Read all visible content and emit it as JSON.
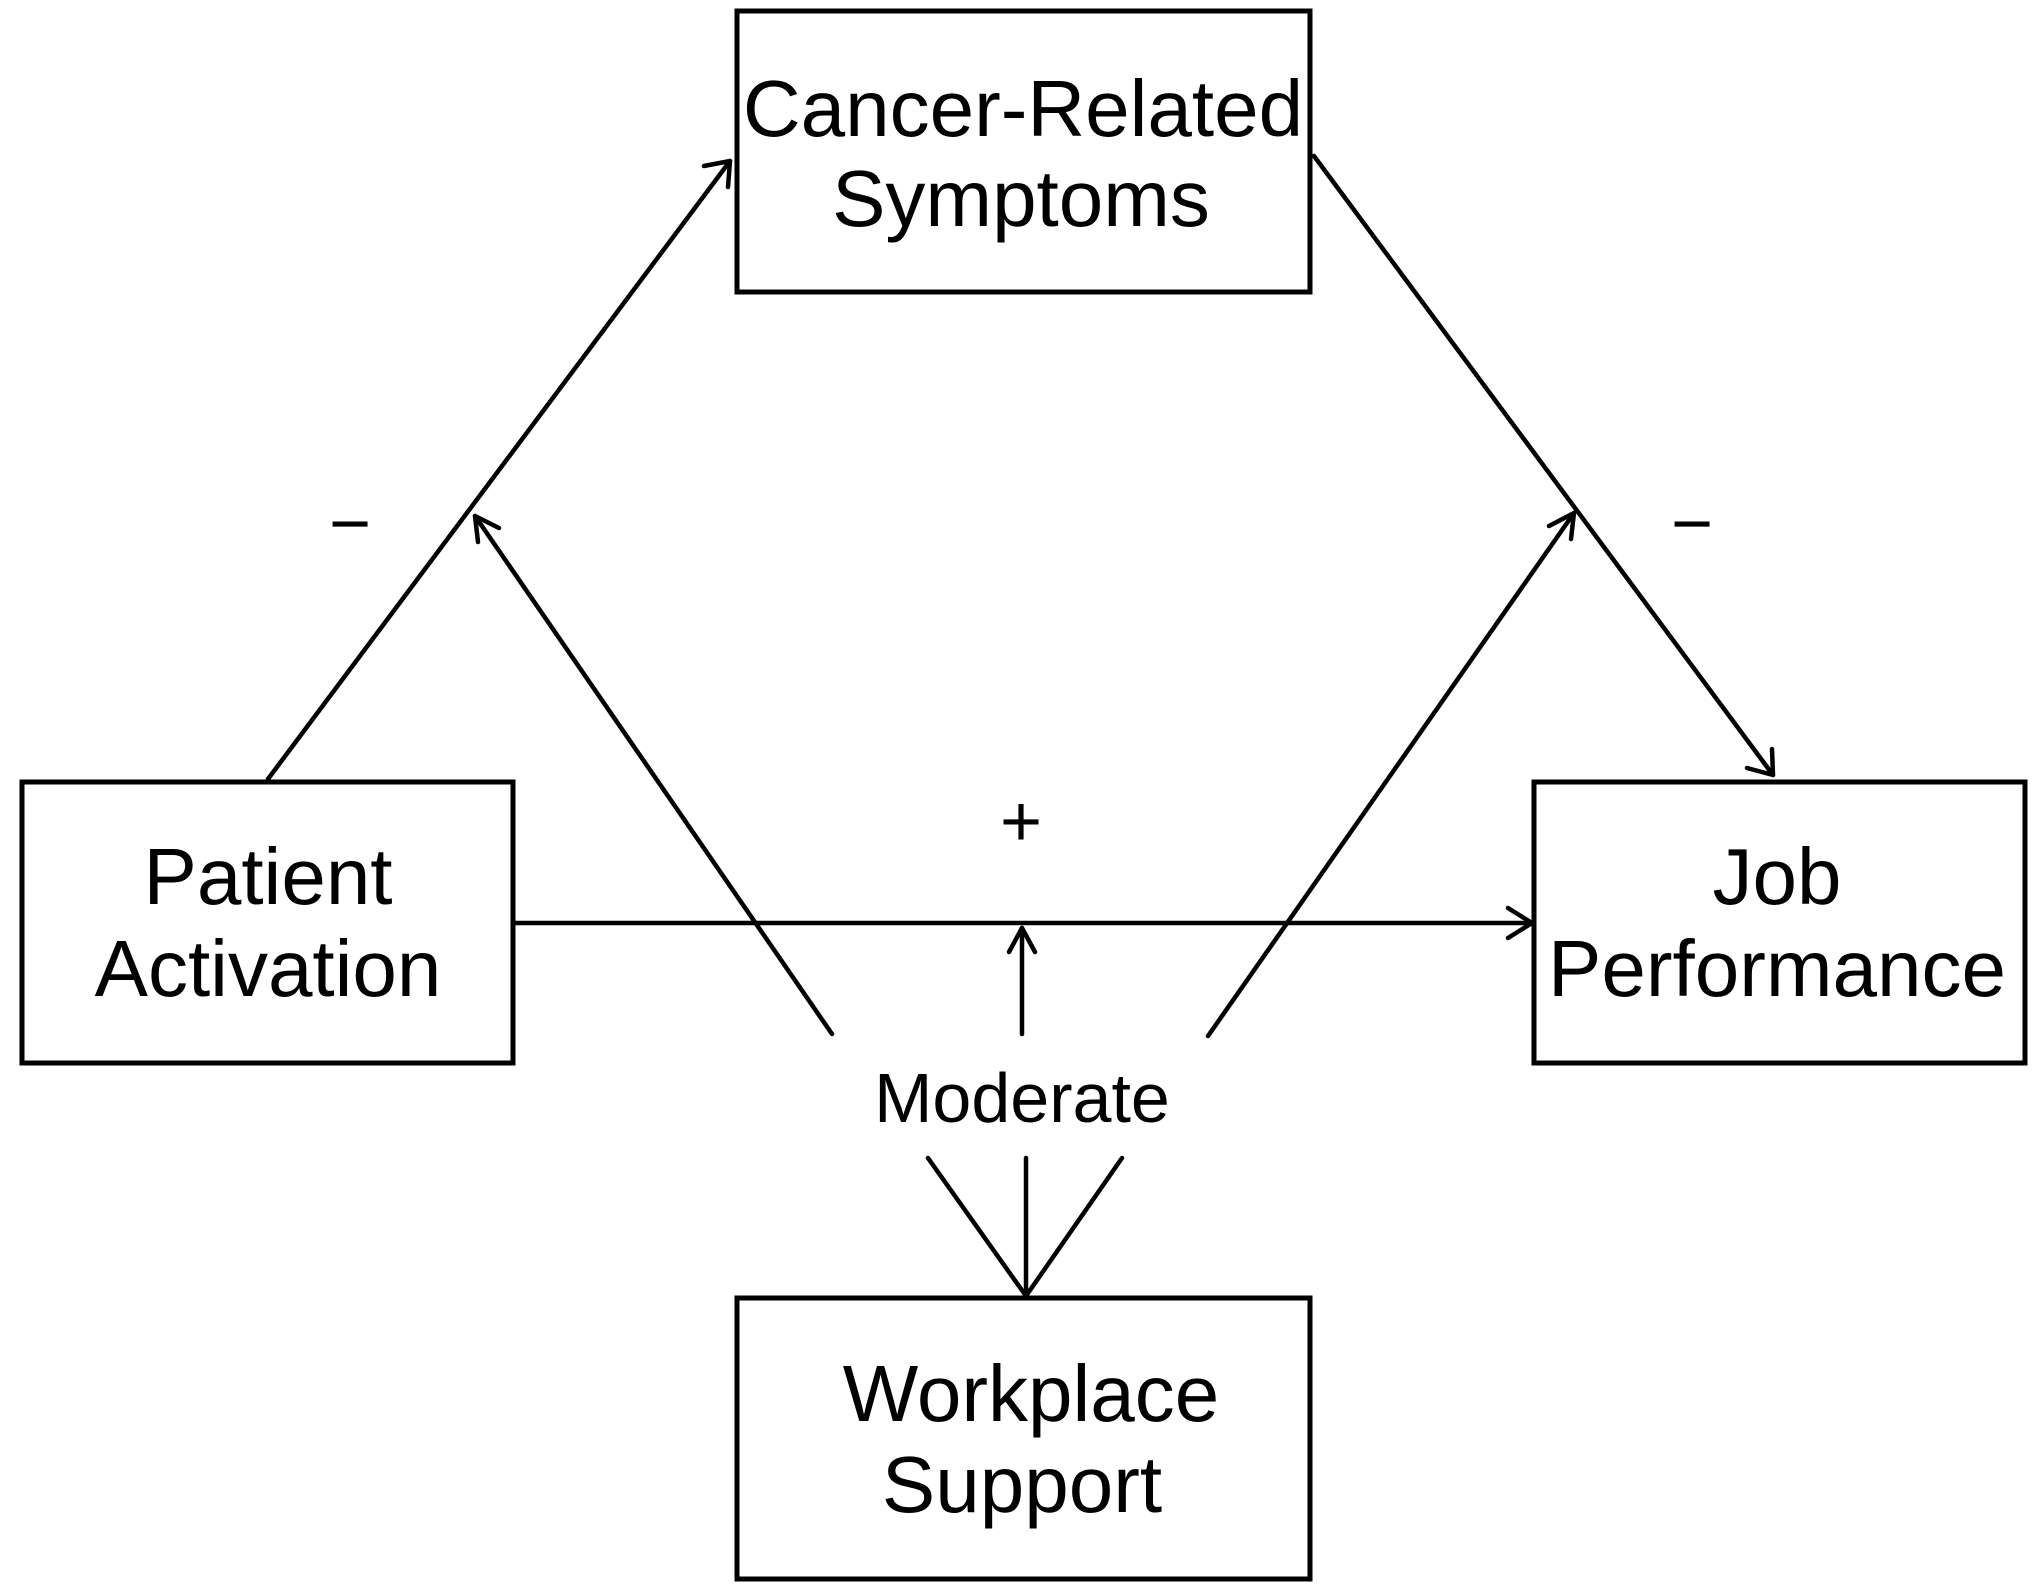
{
  "nodes": {
    "symptoms": {
      "line1": "Cancer-Related",
      "line2": "Symptoms"
    },
    "activation": {
      "line1": "Patient",
      "line2": "Activation"
    },
    "performance": {
      "line1": "Job",
      "line2": "Performance"
    },
    "support": {
      "line1": "Workplace",
      "line2": "Support"
    }
  },
  "edges": {
    "activation_to_symptoms": {
      "sign": "−"
    },
    "symptoms_to_performance": {
      "sign": "−"
    },
    "activation_to_performance": {
      "sign": "+"
    }
  },
  "moderator_label": "Moderate",
  "colors": {
    "stroke": "#000000",
    "background": "#ffffff"
  }
}
